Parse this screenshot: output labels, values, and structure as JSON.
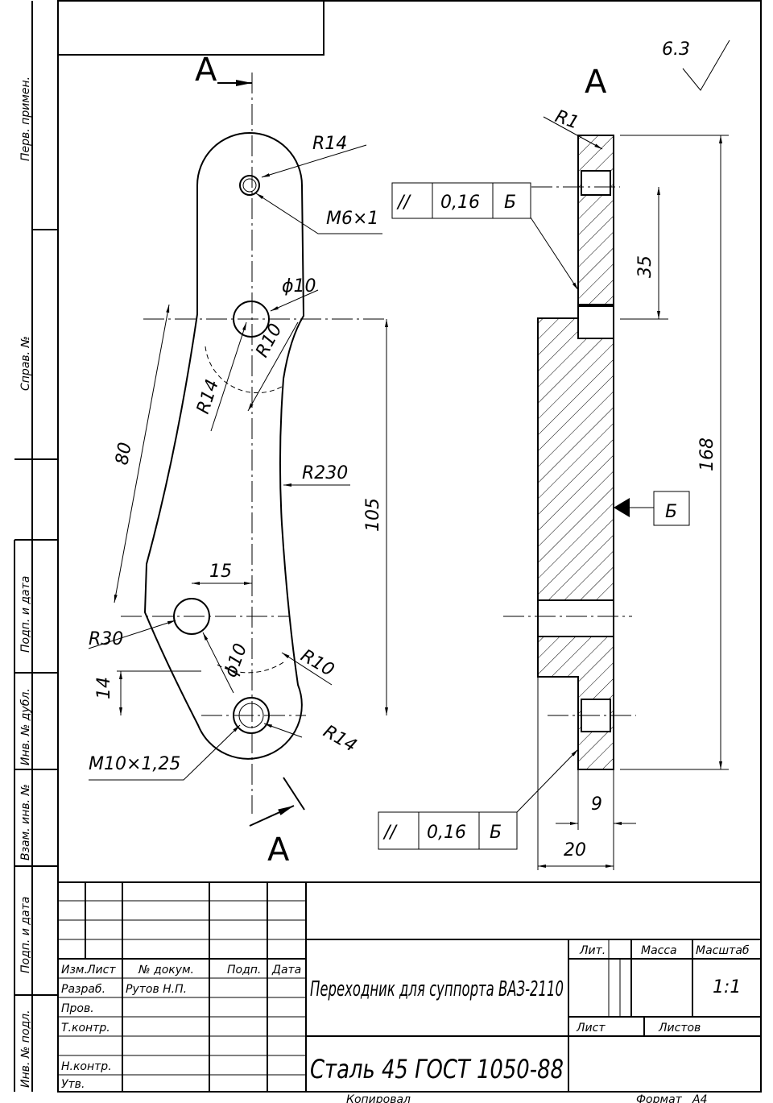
{
  "section_labels": {
    "top": "А",
    "bottom": "А",
    "right": "А"
  },
  "roughness": "6.3",
  "dims": {
    "r14_top": "R14",
    "m6": "M6×1",
    "d10_top": "ϕ10",
    "r10_top": "R10",
    "r14_mid": "R14",
    "d80": "80",
    "r230": "R230",
    "d105": "105",
    "d15": "15",
    "r30": "R30",
    "d10_bot": "ϕ10",
    "r10_bot": "R10",
    "d14": "14",
    "r14_bot": "R14",
    "m10": "M10×1,25",
    "r1": "R1",
    "d35": "35",
    "d168": "168",
    "d9": "9",
    "d20": "20"
  },
  "tolerance_top": {
    "symbol": "//",
    "value": "0,16",
    "datum": "Б"
  },
  "tolerance_bottom": {
    "symbol": "//",
    "value": "0,16",
    "datum": "Б"
  },
  "datum_box": "Б",
  "side_stamps": [
    "Перв. примен.",
    "Справ. №",
    "Подп. и дата",
    "Инв. № дубл.",
    "Взам. инв. №",
    "Подп. и дата",
    "Инв. № подл."
  ],
  "title_block": {
    "headers": {
      "izm": "Изм.",
      "list": "Лист",
      "doc": "№ докум.",
      "sign": "Подп.",
      "date": "Дата"
    },
    "roles": {
      "razrab": "Разраб.",
      "prov": "Пров.",
      "tkontr": "Т.контр.",
      "nkontr": "Н.контр.",
      "utv": "Утв."
    },
    "developer": "Рутов Н.П.",
    "lit": "Лит.",
    "mass": "Масса",
    "scale_label": "Масштаб",
    "scale": "1:1",
    "sheet": "Лист",
    "sheets": "Листов",
    "title": "Переходник для суппорта ВАЗ-2110",
    "material": "Сталь 45 ГОСТ 1050-88"
  },
  "footer": {
    "copied": "Копировал",
    "format_label": "Формат",
    "format": "А4"
  }
}
